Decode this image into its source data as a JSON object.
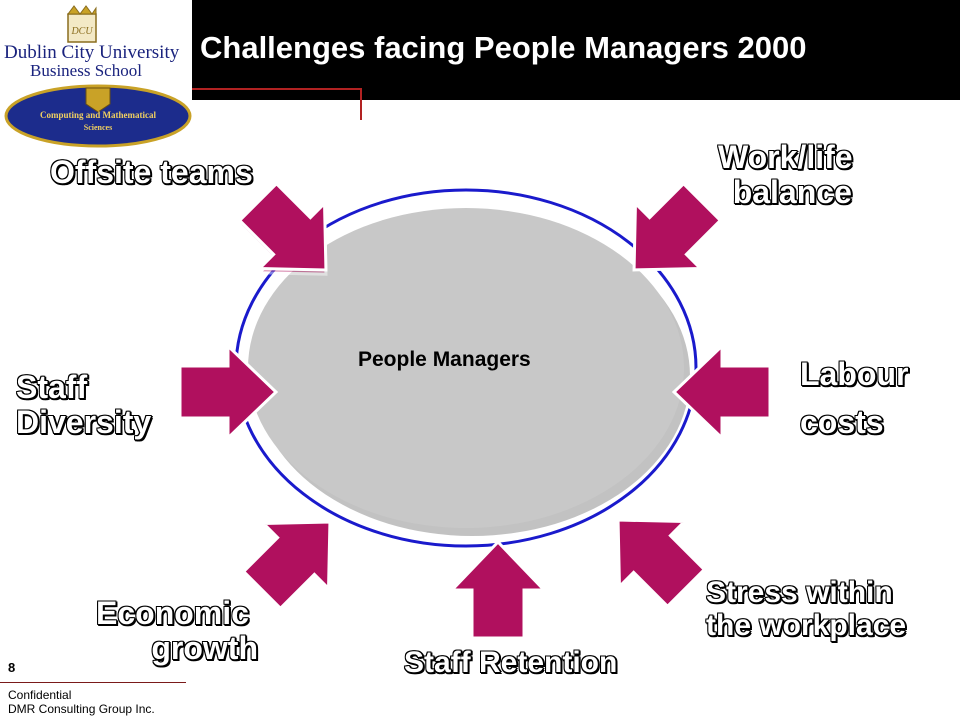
{
  "title": "Challenges facing People Managers 2000",
  "logo": {
    "university_line1": "Dublin City University",
    "university_line2": "Business School",
    "crest_monogram": "DCU",
    "school_line1": "Computing and Mathematical",
    "school_line2": "Sciences"
  },
  "center_label": "People Managers",
  "challenges": {
    "offsite_teams": "Offsite teams",
    "work_life_1": "Work/life",
    "work_life_2": "balance",
    "staff_diversity_1": "Staff",
    "staff_diversity_2": "Diversity",
    "labour_costs_1": "Labour",
    "labour_costs_2": "costs",
    "economic_growth_1": "Economic",
    "economic_growth_2": "growth",
    "staff_retention": "Staff Retention",
    "stress_1": "Stress within",
    "stress_2": "the workplace"
  },
  "slide_number": "8",
  "footer": {
    "line1": "Confidential",
    "line2": "DMR Consulting Group Inc."
  },
  "colors": {
    "arrow_fill": "#b0105e",
    "ellipse_fill": "#c8c8c8",
    "ellipse_ring": "#1a1acc",
    "title_bar": "#000000",
    "title_text": "#ffffff",
    "accent_line": "#b22222"
  }
}
